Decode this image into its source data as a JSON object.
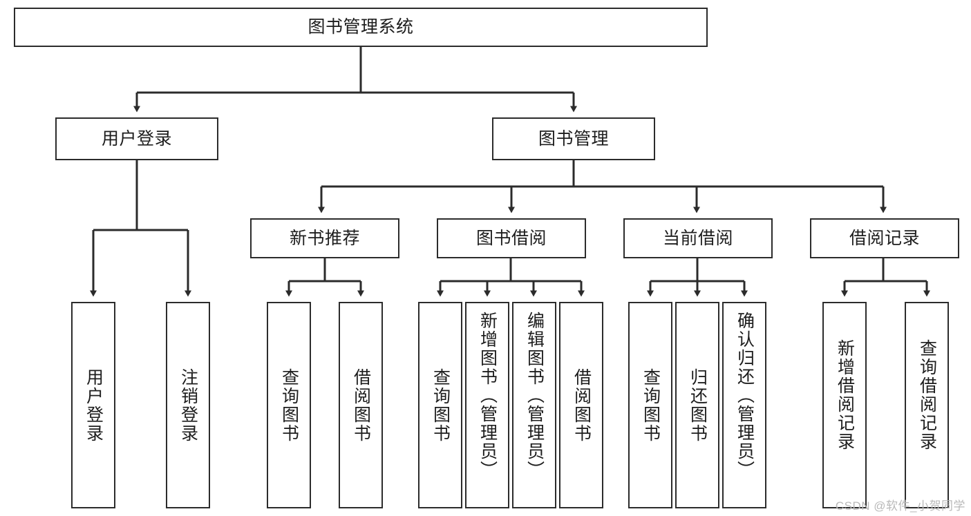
{
  "diagram": {
    "type": "tree-hierarchy",
    "title": "图书管理系统",
    "root": {
      "label": "图书管理系统"
    },
    "level2": [
      {
        "label": "用户登录"
      },
      {
        "label": "图书管理"
      }
    ],
    "level3": [
      {
        "label": "新书推荐"
      },
      {
        "label": "图书借阅"
      },
      {
        "label": "当前借阅"
      },
      {
        "label": "借阅记录"
      }
    ],
    "leaves": {
      "user_login": [
        {
          "label": "用户登录"
        },
        {
          "label": "注销登录"
        }
      ],
      "new_book_recommend": [
        {
          "label": "查询图书"
        },
        {
          "label": "借阅图书"
        }
      ],
      "book_borrow": [
        {
          "label": "查询图书"
        },
        {
          "label": "新增图书（管理员）"
        },
        {
          "label": "编辑图书（管理员）"
        },
        {
          "label": "借阅图书"
        }
      ],
      "current_borrow": [
        {
          "label": "查询图书"
        },
        {
          "label": "归还图书"
        },
        {
          "label": "确认归还（管理员）"
        }
      ],
      "borrow_record": [
        {
          "label": "新增借阅记录"
        },
        {
          "label": "查询借阅记录"
        }
      ]
    }
  },
  "watermark": {
    "text": "CSDN @软件_小贺同学"
  },
  "colors": {
    "border": "#2b2b2b",
    "text": "#1d1d1d",
    "background": "#ffffff",
    "watermark": "#b9b9b9"
  }
}
